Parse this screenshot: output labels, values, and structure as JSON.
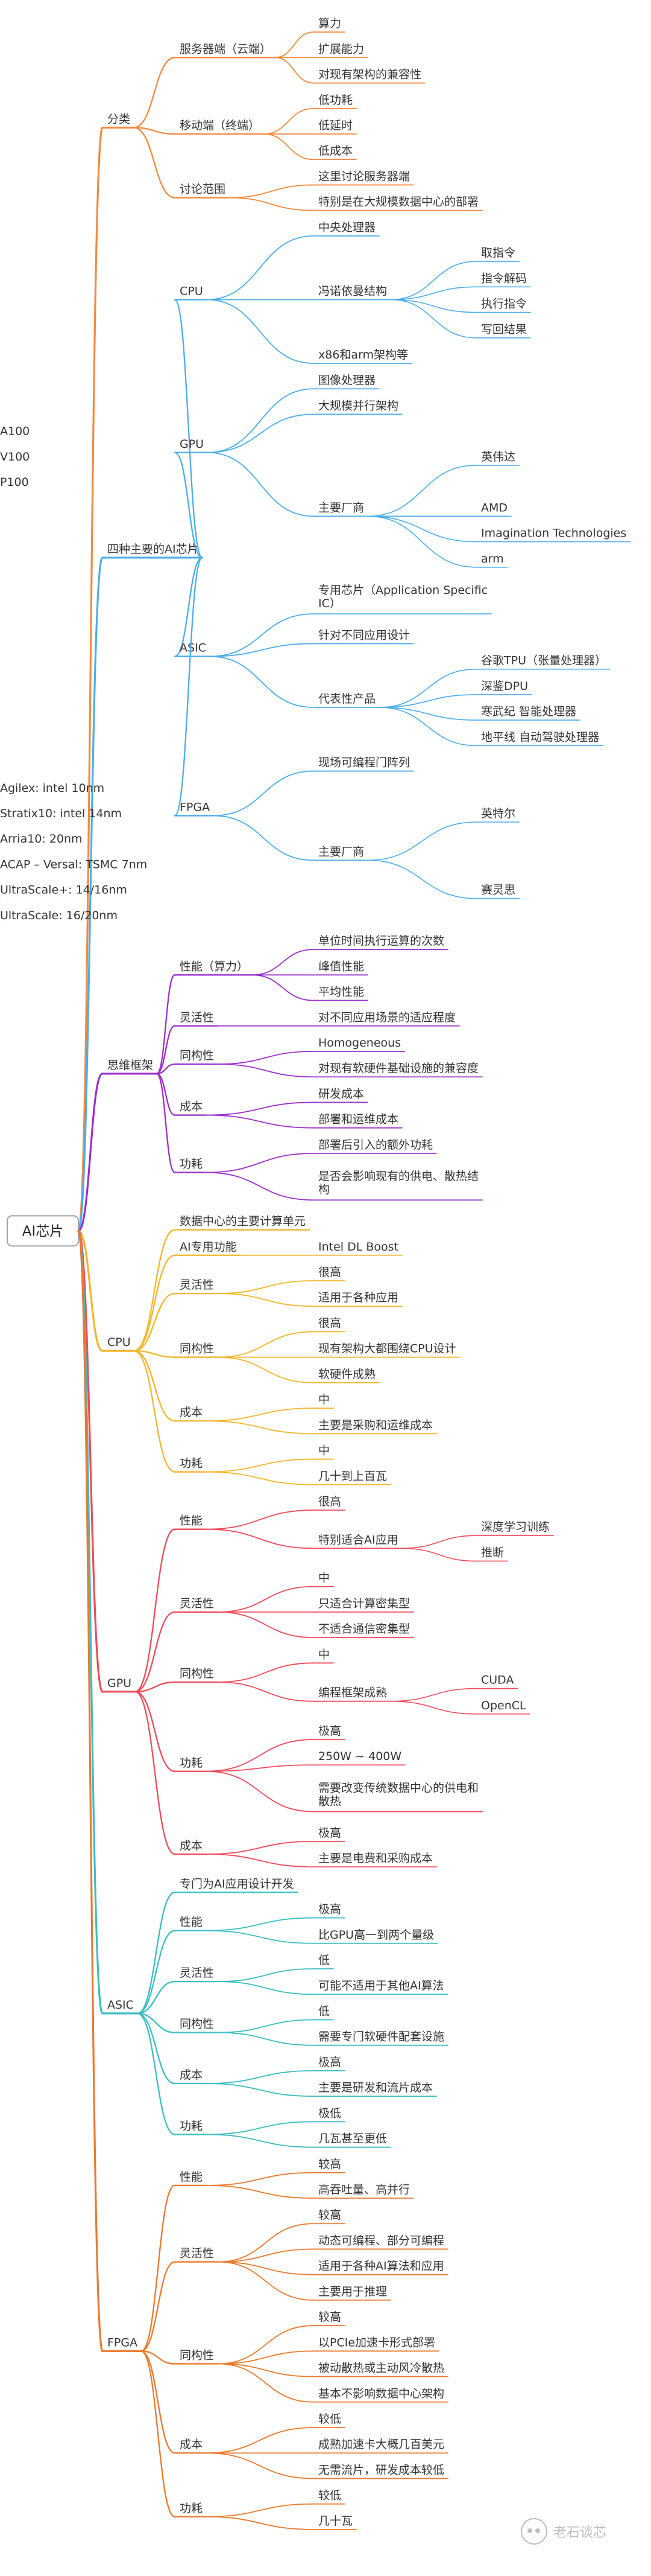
{
  "root": "AI芯片",
  "watermark": {
    "text": "老石谈芯",
    "icon": "wechat-icon"
  },
  "colors": {
    "root_border": "#9aa3ad",
    "branches": [
      "#f28a3c",
      "#4aaeea",
      "#9b30c9",
      "#f3b62c",
      "#ee4b5a",
      "#3bbec2",
      "#e97a2e"
    ]
  },
  "branches": [
    {
      "label": "分类",
      "children": [
        {
          "label": "服务器端（云端）",
          "children": [
            {
              "label": "算力"
            },
            {
              "label": "扩展能力"
            },
            {
              "label": "对现有架构的兼容性"
            }
          ]
        },
        {
          "label": "移动端（终端）",
          "children": [
            {
              "label": "低功耗"
            },
            {
              "label": "低延时"
            },
            {
              "label": "低成本"
            }
          ]
        },
        {
          "label": "讨论范围",
          "children": [
            {
              "label": "这里讨论服务器端"
            },
            {
              "label": "特别是在大规模数据中心的部署"
            }
          ]
        }
      ]
    },
    {
      "label": "四种主要的AI芯片",
      "children": [
        {
          "label": "CPU",
          "children": [
            {
              "label": "中央处理器"
            },
            {
              "label": "冯诺依曼结构",
              "children": [
                {
                  "label": "取指令"
                },
                {
                  "label": "指令解码"
                },
                {
                  "label": "执行指令"
                },
                {
                  "label": "写回结果"
                }
              ]
            },
            {
              "label": "x86和arm架构等"
            }
          ]
        },
        {
          "label": "GPU",
          "children": [
            {
              "label": "图像处理器"
            },
            {
              "label": "大规模并行架构"
            },
            {
              "label": "主要厂商",
              "children": [
                {
                  "label": "英伟达",
                  "children": [
                    {
                      "label": "A100"
                    },
                    {
                      "label": "V100"
                    },
                    {
                      "label": "P100"
                    }
                  ]
                },
                {
                  "label": "AMD"
                },
                {
                  "label": "Imagination Technologies"
                },
                {
                  "label": "arm"
                }
              ]
            }
          ]
        },
        {
          "label": "ASIC",
          "children": [
            {
              "label": "专用芯片（Application Specific\nIC）"
            },
            {
              "label": "针对不同应用设计"
            },
            {
              "label": "代表性产品",
              "children": [
                {
                  "label": "谷歌TPU（张量处理器）"
                },
                {
                  "label": "深鉴DPU"
                },
                {
                  "label": "寒武纪 智能处理器"
                },
                {
                  "label": "地平线 自动驾驶处理器"
                }
              ]
            }
          ]
        },
        {
          "label": "FPGA",
          "children": [
            {
              "label": "现场可编程门阵列"
            },
            {
              "label": "主要厂商",
              "children": [
                {
                  "label": "英特尔",
                  "children": [
                    {
                      "label": "Agilex: intel 10nm"
                    },
                    {
                      "label": "Stratix10: intel 14nm"
                    },
                    {
                      "label": "Arria10: 20nm"
                    }
                  ]
                },
                {
                  "label": "赛灵思",
                  "children": [
                    {
                      "label": "ACAP – Versal: TSMC 7nm"
                    },
                    {
                      "label": "UltraScale+: 14/16nm"
                    },
                    {
                      "label": "UltraScale: 16/20nm"
                    }
                  ]
                }
              ]
            }
          ]
        }
      ]
    },
    {
      "label": "思维框架",
      "children": [
        {
          "label": "性能（算力）",
          "children": [
            {
              "label": "单位时间执行运算的次数"
            },
            {
              "label": "峰值性能"
            },
            {
              "label": "平均性能"
            }
          ]
        },
        {
          "label": "灵活性",
          "children": [
            {
              "label": "对不同应用场景的适应程度"
            }
          ]
        },
        {
          "label": "同构性",
          "children": [
            {
              "label": "Homogeneous"
            },
            {
              "label": "对现有软硬件基础设施的兼容度"
            }
          ]
        },
        {
          "label": "成本",
          "children": [
            {
              "label": "研发成本"
            },
            {
              "label": "部署和运维成本"
            }
          ]
        },
        {
          "label": "功耗",
          "children": [
            {
              "label": "部署后引入的额外功耗"
            },
            {
              "label": "是否会影响现有的供电、散热结\n构"
            }
          ]
        }
      ]
    },
    {
      "label": "CPU",
      "children": [
        {
          "label": "数据中心的主要计算单元"
        },
        {
          "label": "AI专用功能",
          "children": [
            {
              "label": "Intel DL Boost"
            }
          ]
        },
        {
          "label": "灵活性",
          "children": [
            {
              "label": "很高"
            },
            {
              "label": "适用于各种应用"
            }
          ]
        },
        {
          "label": "同构性",
          "children": [
            {
              "label": "很高"
            },
            {
              "label": "现有架构大都围绕CPU设计"
            },
            {
              "label": "软硬件成熟"
            }
          ]
        },
        {
          "label": "成本",
          "children": [
            {
              "label": "中"
            },
            {
              "label": "主要是采购和运维成本"
            }
          ]
        },
        {
          "label": "功耗",
          "children": [
            {
              "label": "中"
            },
            {
              "label": "几十到上百瓦"
            }
          ]
        }
      ]
    },
    {
      "label": "GPU",
      "children": [
        {
          "label": "性能",
          "children": [
            {
              "label": "很高"
            },
            {
              "label": "特别适合AI应用",
              "children": [
                {
                  "label": "深度学习训练"
                },
                {
                  "label": "推断"
                }
              ]
            }
          ]
        },
        {
          "label": "灵活性",
          "children": [
            {
              "label": "中"
            },
            {
              "label": "只适合计算密集型"
            },
            {
              "label": "不适合通信密集型"
            }
          ]
        },
        {
          "label": "同构性",
          "children": [
            {
              "label": "中"
            },
            {
              "label": "编程框架成熟",
              "children": [
                {
                  "label": "CUDA"
                },
                {
                  "label": "OpenCL"
                }
              ]
            }
          ]
        },
        {
          "label": "功耗",
          "children": [
            {
              "label": "极高"
            },
            {
              "label": "250W ~ 400W"
            },
            {
              "label": "需要改变传统数据中心的供电和\n散热"
            }
          ]
        },
        {
          "label": "成本",
          "children": [
            {
              "label": "极高"
            },
            {
              "label": "主要是电费和采购成本"
            }
          ]
        }
      ]
    },
    {
      "label": "ASIC",
      "children": [
        {
          "label": "专门为AI应用设计开发"
        },
        {
          "label": "性能",
          "children": [
            {
              "label": "极高"
            },
            {
              "label": "比GPU高一到两个量级"
            }
          ]
        },
        {
          "label": "灵活性",
          "children": [
            {
              "label": "低"
            },
            {
              "label": "可能不适用于其他AI算法"
            }
          ]
        },
        {
          "label": "同构性",
          "children": [
            {
              "label": "低"
            },
            {
              "label": "需要专门软硬件配套设施"
            }
          ]
        },
        {
          "label": "成本",
          "children": [
            {
              "label": "极高"
            },
            {
              "label": "主要是研发和流片成本"
            }
          ]
        },
        {
          "label": "功耗",
          "children": [
            {
              "label": "极低"
            },
            {
              "label": "几瓦甚至更低"
            }
          ]
        }
      ]
    },
    {
      "label": "FPGA",
      "children": [
        {
          "label": "性能",
          "children": [
            {
              "label": "较高"
            },
            {
              "label": "高吞吐量、高并行"
            }
          ]
        },
        {
          "label": "灵活性",
          "children": [
            {
              "label": "较高"
            },
            {
              "label": "动态可编程、部分可编程"
            },
            {
              "label": "适用于各种AI算法和应用"
            },
            {
              "label": "主要用于推理"
            }
          ]
        },
        {
          "label": "同构性",
          "children": [
            {
              "label": "较高"
            },
            {
              "label": "以PCIe加速卡形式部署"
            },
            {
              "label": "被动散热或主动风冷散热"
            },
            {
              "label": "基本不影响数据中心架构"
            }
          ]
        },
        {
          "label": "成本",
          "children": [
            {
              "label": "较低"
            },
            {
              "label": "成熟加速卡大概几百美元"
            },
            {
              "label": "无需流片，研发成本较低"
            }
          ]
        },
        {
          "label": "功耗",
          "children": [
            {
              "label": "较低"
            },
            {
              "label": "几十瓦"
            }
          ]
        }
      ]
    }
  ]
}
